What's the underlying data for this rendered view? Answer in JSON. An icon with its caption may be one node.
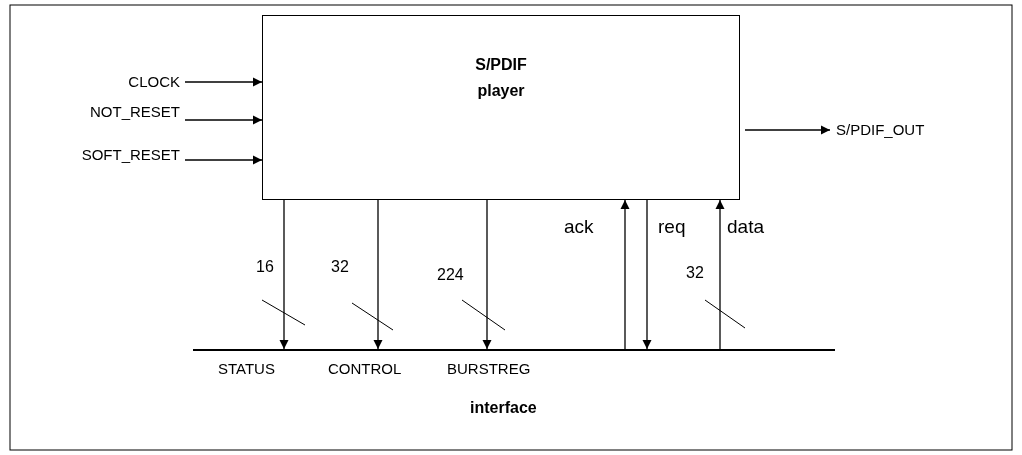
{
  "diagram": {
    "nodes": [
      {
        "text": [
          "S/PDIF player"
        ]
      },
      {
        "text": [
          "CLOCK"
        ]
      },
      {
        "text": [
          "NOT_RESET"
        ]
      },
      {
        "text": [
          "SOFT_RESET"
        ]
      },
      {
        "text": [
          "S/PDIF_OUT"
        ]
      },
      {
        "text": [],
        "shape": "bar",
        "beside": [
          "interface"
        ]
      }
    ],
    "edges": [
      {
        "from": 1,
        "to": 0,
        "arrow": "to"
      },
      {
        "from": 2,
        "to": 0,
        "arrow": "to"
      },
      {
        "from": 3,
        "to": 0,
        "arrow": "to"
      },
      {
        "from": 0,
        "to": 4,
        "arrow": "to"
      },
      {
        "from": 0,
        "to": 5,
        "arrow": "to",
        "label": "STATUS"
      },
      {
        "from": 0,
        "to": 5,
        "arrow": "to",
        "label": "CONTROL"
      },
      {
        "from": 0,
        "to": 5,
        "arrow": "to",
        "label": "BURSTREG"
      },
      {
        "from": 5,
        "to": 0,
        "arrow": "to",
        "label": "ack"
      },
      {
        "from": 0,
        "to": 5,
        "arrow": "to",
        "label": "req"
      },
      {
        "from": 5,
        "to": 0,
        "arrow": "to",
        "label": "data"
      }
    ],
    "labels": [
      "16",
      "32",
      "224",
      "32"
    ]
  }
}
